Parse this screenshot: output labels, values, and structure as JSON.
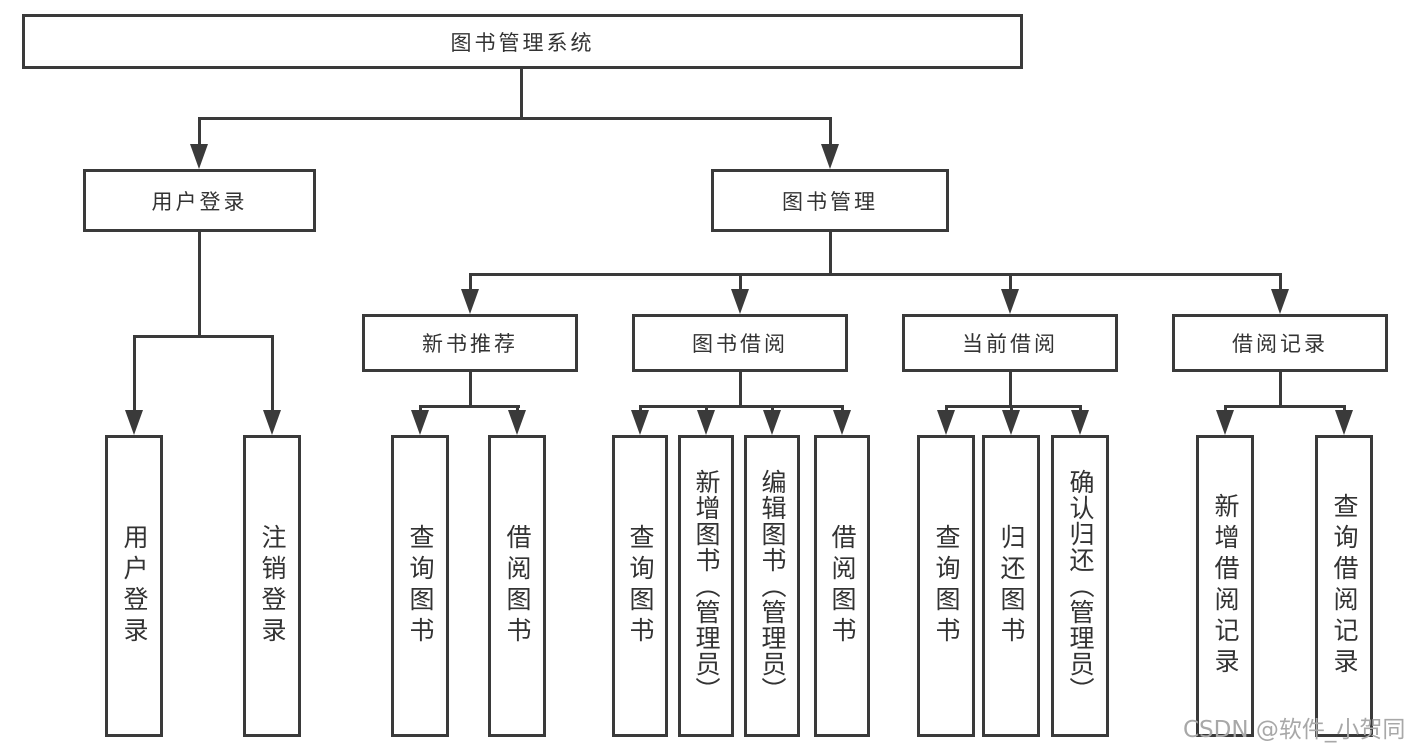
{
  "diagram": {
    "root": "图书管理系统",
    "level2": [
      "用户登录",
      "图书管理"
    ],
    "level3": [
      "新书推荐",
      "图书借阅",
      "当前借阅",
      "借阅记录"
    ],
    "leaves_user_login": [
      "用户登录",
      "注销登录"
    ],
    "leaves_new_book": [
      "查询图书",
      "借阅图书"
    ],
    "leaves_book_borrow": [
      "查询图书",
      "新增图书（管理员）",
      "编辑图书（管理员）",
      "借阅图书"
    ],
    "leaves_current_borrow": [
      "查询图书",
      "归还图书",
      "确认归还（管理员）"
    ],
    "leaves_borrow_record": [
      "新增借阅记录",
      "查询借阅记录"
    ],
    "watermark": "CSDN @软件_小贺同学",
    "colors": {
      "line": "#3a3a3a",
      "text": "#333333",
      "background": "#ffffff",
      "watermark": "#a8a8a8"
    }
  }
}
